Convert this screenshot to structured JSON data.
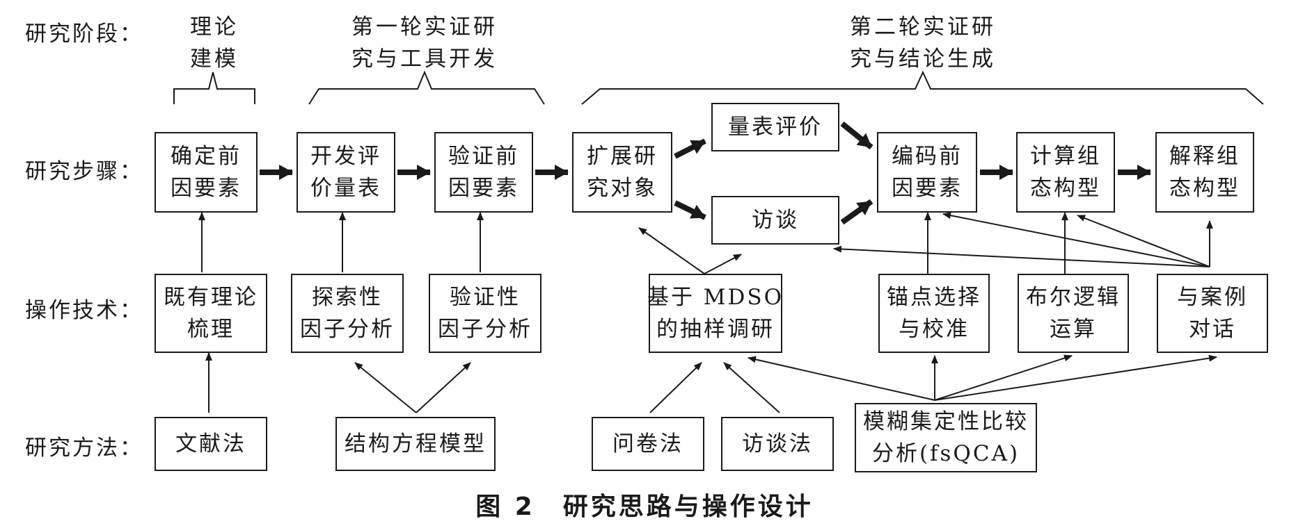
{
  "row_labels": {
    "stage": "研究阶段：",
    "steps": "研究步骤：",
    "techniques": "操作技术：",
    "methods": "研究方法："
  },
  "phases": {
    "p1": {
      "line1": "理论",
      "line2": "建模"
    },
    "p2": {
      "line1": "第一轮实证研",
      "line2": "究与工具开发"
    },
    "p3": {
      "line1": "第二轮实证研",
      "line2": "究与结论生成"
    }
  },
  "steps": {
    "determine": {
      "line1": "确定前",
      "line2": "因要素"
    },
    "develop": {
      "line1": "开发评",
      "line2": "价量表"
    },
    "validate": {
      "line1": "验证前",
      "line2": "因要素"
    },
    "extend": {
      "line1": "扩展研",
      "line2": "究对象"
    },
    "scale_eval": {
      "line1": "量表评价"
    },
    "interview": {
      "line1": "访谈"
    },
    "coding": {
      "line1": "编码前",
      "line2": "因要素"
    },
    "compute": {
      "line1": "计算组",
      "line2": "态构型"
    },
    "interpret": {
      "line1": "解释组",
      "line2": "态构型"
    }
  },
  "techniques": {
    "theory_review": {
      "line1": "既有理论",
      "line2": "梳理"
    },
    "efa": {
      "line1": "探索性",
      "line2": "因子分析"
    },
    "cfa": {
      "line1": "验证性",
      "line2": "因子分析"
    },
    "mdso": {
      "line1": "基于 MDSO",
      "line2": "的抽样调研"
    },
    "anchor": {
      "line1": "锚点选择",
      "line2": "与校准"
    },
    "boolean": {
      "line1": "布尔逻辑",
      "line2": "运算"
    },
    "dialogue": {
      "line1": "与案例",
      "line2": "对话"
    }
  },
  "methods": {
    "literature": {
      "line1": "文献法"
    },
    "sem": {
      "line1": "结构方程模型"
    },
    "questionnaire": {
      "line1": "问卷法"
    },
    "interview_method": {
      "line1": "访谈法"
    },
    "fsqca": {
      "line1": "模糊集定性比较",
      "line2": "分析(fsQCA)"
    }
  },
  "caption": "图 2　研究思路与操作设计"
}
